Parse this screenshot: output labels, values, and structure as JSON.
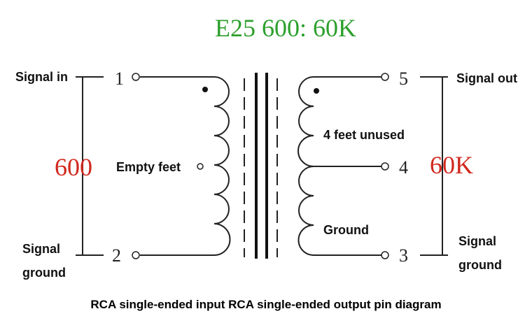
{
  "title": "E25  600: 60K",
  "colors": {
    "title": "#2ca02c",
    "impedance": "#d0281e",
    "lines": "#222222"
  },
  "primary": {
    "impedance": "600",
    "pins": {
      "top": "1",
      "bottom": "2"
    },
    "labels": {
      "signal_in": "Signal in",
      "signal_ground_line1": "Signal",
      "signal_ground_line2": "ground",
      "empty_feet": "Empty feet"
    }
  },
  "secondary": {
    "impedance": "60K",
    "pins": {
      "top": "5",
      "middle": "4",
      "bottom": "3"
    },
    "labels": {
      "signal_out": "Signal out",
      "unused": "4 feet unused",
      "ground": "Ground",
      "signal_ground_line1": "Signal",
      "signal_ground_line2": "ground"
    }
  },
  "caption": "RCA single-ended input RCA single-ended output pin diagram"
}
